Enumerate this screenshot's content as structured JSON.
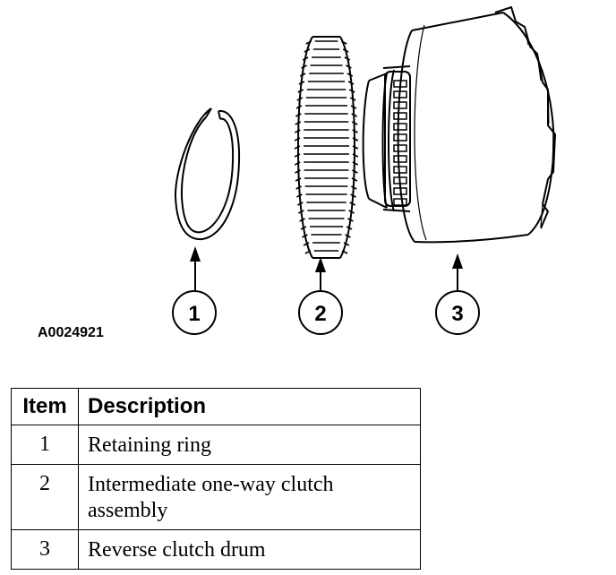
{
  "figure_id": "A0024921",
  "callouts": [
    {
      "number": "1"
    },
    {
      "number": "2"
    },
    {
      "number": "3"
    }
  ],
  "table": {
    "headers": {
      "item": "Item",
      "description": "Description"
    },
    "rows": [
      {
        "item": "1",
        "description": "Retaining ring"
      },
      {
        "item": "2",
        "description": "Intermediate one-way clutch assembly"
      },
      {
        "item": "3",
        "description": "Reverse clutch drum"
      }
    ]
  },
  "colors": {
    "line": "#000000",
    "background": "#ffffff"
  }
}
